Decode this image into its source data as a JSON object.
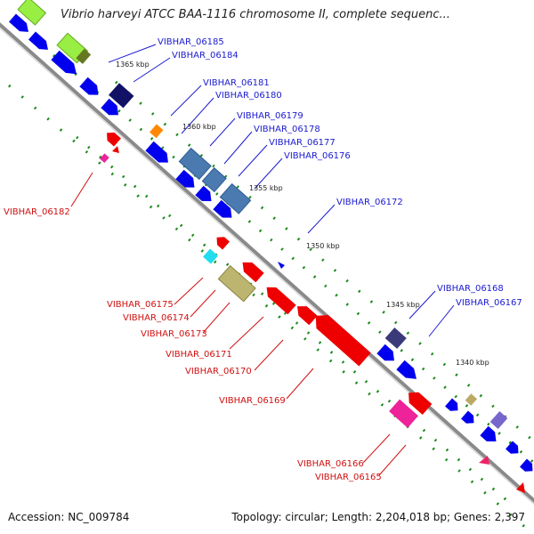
{
  "title": "Vibrio harveyi ATCC BAA-1116 chromosome II, complete sequenc...",
  "footer": {
    "accession_label": "Accession: NC_009784",
    "summary": "Topology: circular; Length: 2,204,018 bp; Genes: 2,397"
  },
  "colors": {
    "forward_label": "#1a1ad0",
    "reverse_label": "#d01010",
    "backbone": "#8a8a8a",
    "gc_dots": "#1a8a1a",
    "forward_gene": "#0000ee",
    "reverse_gene": "#ee0000"
  },
  "ticks": [
    "1365 kbp",
    "1360 kbp",
    "1355 kbp",
    "1350 kbp",
    "1345 kbp",
    "1340 kbp"
  ],
  "forward_genes": [
    "VIBHAR_06185",
    "VIBHAR_06184",
    "VIBHAR_06181",
    "VIBHAR_06180",
    "VIBHAR_06179",
    "VIBHAR_06178",
    "VIBHAR_06177",
    "VIBHAR_06176",
    "VIBHAR_06172",
    "VIBHAR_06168",
    "VIBHAR_06167"
  ],
  "reverse_genes": [
    "VIBHAR_06182",
    "VIBHAR_06175",
    "VIBHAR_06174",
    "VIBHAR_06173",
    "VIBHAR_06171",
    "VIBHAR_06170",
    "VIBHAR_06169",
    "VIBHAR_06166",
    "VIBHAR_06165"
  ]
}
